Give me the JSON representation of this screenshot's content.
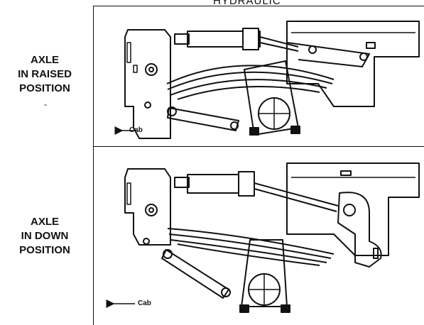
{
  "header": {
    "title": "HYDRAULIC"
  },
  "panels": [
    {
      "label_lines": [
        "AXLE",
        "IN RAISED",
        "POSITION"
      ],
      "note": "-",
      "cab": "Cab"
    },
    {
      "label_lines": [
        "AXLE",
        "IN DOWN",
        "POSITION"
      ],
      "cab": "Cab"
    }
  ]
}
